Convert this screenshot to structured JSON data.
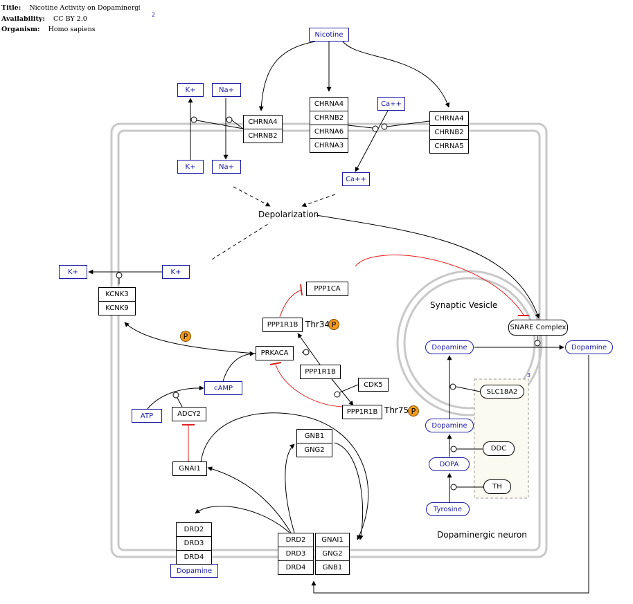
{
  "header": {
    "title_label": "Title:",
    "title": "Nicotine Activity on Dopaminergic Neuro",
    "availability_label": "Availability:",
    "availability": "CC BY 2.0",
    "organism_label": "Organism:",
    "organism": "Homo sapiens",
    "note_number": "2"
  },
  "labels": {
    "depolarization": "Depolarization",
    "synaptic_vesicle": "Synaptic Vesicle",
    "dopaminergic_neuron": "Dopaminergic neuron",
    "group_number": "3",
    "thr34": "Thr34",
    "thr75": "Thr75",
    "phospho": "P"
  },
  "metabolites": {
    "nicotine": "Nicotine",
    "k_top": "K+",
    "na_top": "Na+",
    "k_bottom": "K+",
    "na_bottom": "Na+",
    "ca_top": "Ca++",
    "ca_bottom": "Ca++",
    "k_left": "K+",
    "k_right": "K+",
    "camp": "cAMP",
    "atp": "ATP",
    "dopamine_bottom": "Dopamine",
    "dopamine_vesicle": "Dopamine",
    "dopamine_out": "Dopamine",
    "dopamine_mid": "Dopamine",
    "dopa": "DOPA",
    "tyrosine": "Tyrosine"
  },
  "genes": {
    "chrna4_left": "CHRNA4",
    "chrnb2_left": "CHRNB2",
    "chrna4_mid": "CHRNA4",
    "chrnb2_mid": "CHRNB2",
    "chrna6_mid": "CHRNA6",
    "chrna3_mid": "CHRNA3",
    "chrna4_right": "CHRNA4",
    "chrnb2_right": "CHRNB2",
    "chrna5_right": "CHRNA5",
    "kcnk3": "KCNK3",
    "kcnk9": "KCNK9",
    "ppp1ca": "PPP1CA",
    "ppp1r1b_top": "PPP1R1B",
    "prkaca": "PRKACA",
    "ppp1r1b_mid": "PPP1R1B",
    "cdk5": "CDK5",
    "ppp1r1b_bottom": "PPP1R1B",
    "adcy2": "ADCY2",
    "gnai1_left": "GNAI1",
    "gnb1_top": "GNB1",
    "gng2_top": "GNG2",
    "drd2_left": "DRD2",
    "drd3_left": "DRD3",
    "drd4_left": "DRD4",
    "drd2_mid": "DRD2",
    "drd3_mid": "DRD3",
    "drd4_mid": "DRD4",
    "gnai1_mid": "GNAI1",
    "gng2_mid": "GNG2",
    "gnb1_mid": "GNB1",
    "snare": "SNARE Complex",
    "slc18a2": "SLC18A2",
    "ddc": "DDC",
    "th": "TH"
  }
}
